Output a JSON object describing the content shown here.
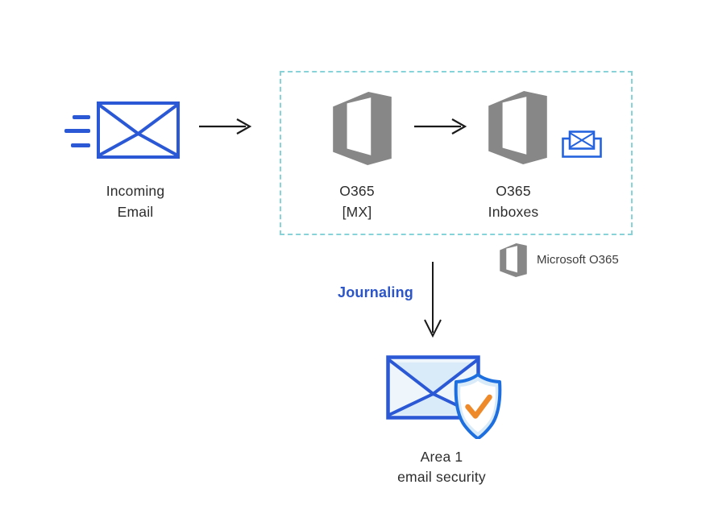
{
  "title": "Email flow diagram: O365 journaling to Area 1 email security",
  "colors": {
    "accent_blue": "#2b59d6",
    "icon_blue": "#2463dd",
    "o365_gray": "#878787",
    "zone_teal": "#87d3da",
    "journaling_blue": "#2b55c8",
    "check_orange": "#ef8a2b",
    "shield_blue": "#1d6fe0",
    "light_fill": "#d9eaf8",
    "lighter_fill": "#eef6fc",
    "arrow_black": "#1a1a1a",
    "text_dark": "#2d2d2d",
    "legend_text": "#3d3d3d"
  },
  "nodes": {
    "incoming_email": {
      "line1": "Incoming",
      "line2": "Email"
    },
    "o365_mx": {
      "line1": "O365",
      "line2": "[MX]"
    },
    "o365_inboxes": {
      "line1": "O365",
      "line2": "Inboxes"
    },
    "area1": {
      "line1": "Area 1",
      "line2": "email security"
    }
  },
  "labels": {
    "journaling": "Journaling",
    "legend": "Microsoft O365"
  },
  "icons": {
    "incoming_email": "envelope-with-motion-lines",
    "o365": "office-365-logo",
    "inbox": "inbox-tray-with-envelope",
    "area1": "envelope-with-shield-check",
    "arrow_right": "arrow-right",
    "arrow_down": "arrow-down"
  }
}
